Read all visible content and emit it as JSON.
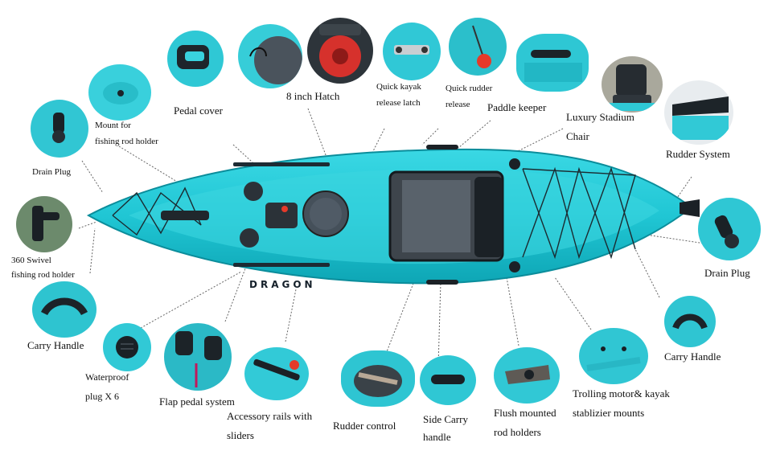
{
  "brand_text": "DRAGON",
  "labels": {
    "pedal_cover": "Pedal cover",
    "hatch": "8 inch Hatch",
    "quick_kayak": [
      "Quick kayak",
      "release latch"
    ],
    "quick_rudder": [
      "Quick rudder",
      "release"
    ],
    "paddle_keeper": "Paddle keeper",
    "luxury_chair": [
      "Luxury Stadium",
      "Chair"
    ],
    "rudder_system": "Rudder System",
    "mount_rod": [
      "Mount for",
      "fishing rod holder"
    ],
    "drain_plug_left": "Drain Plug",
    "swivel": [
      "360 Swivel",
      "fishing rod holder"
    ],
    "carry_handle_left": "Carry Handle",
    "waterproof": [
      "Waterproof",
      "plug X 6"
    ],
    "flap_pedal": "Flap pedal system",
    "accessory_rails": [
      "Accessory rails with",
      "sliders"
    ],
    "rudder_control": "Rudder control",
    "side_carry": [
      "Side Carry",
      "handle"
    ],
    "flush_rod": [
      "Flush mounted",
      "rod holders"
    ],
    "trolling": [
      "Trolling motor& kayak",
      "stablizier mounts"
    ],
    "carry_handle_right": "Carry Handle",
    "drain_plug_right": "Drain Plug"
  },
  "colors": {
    "hull": "#1fc8d6",
    "hull_dark": "#0e9fae",
    "deck": "#36d3df",
    "seat_mesh": "#4a4f55",
    "accent_red": "#e53a2a"
  }
}
